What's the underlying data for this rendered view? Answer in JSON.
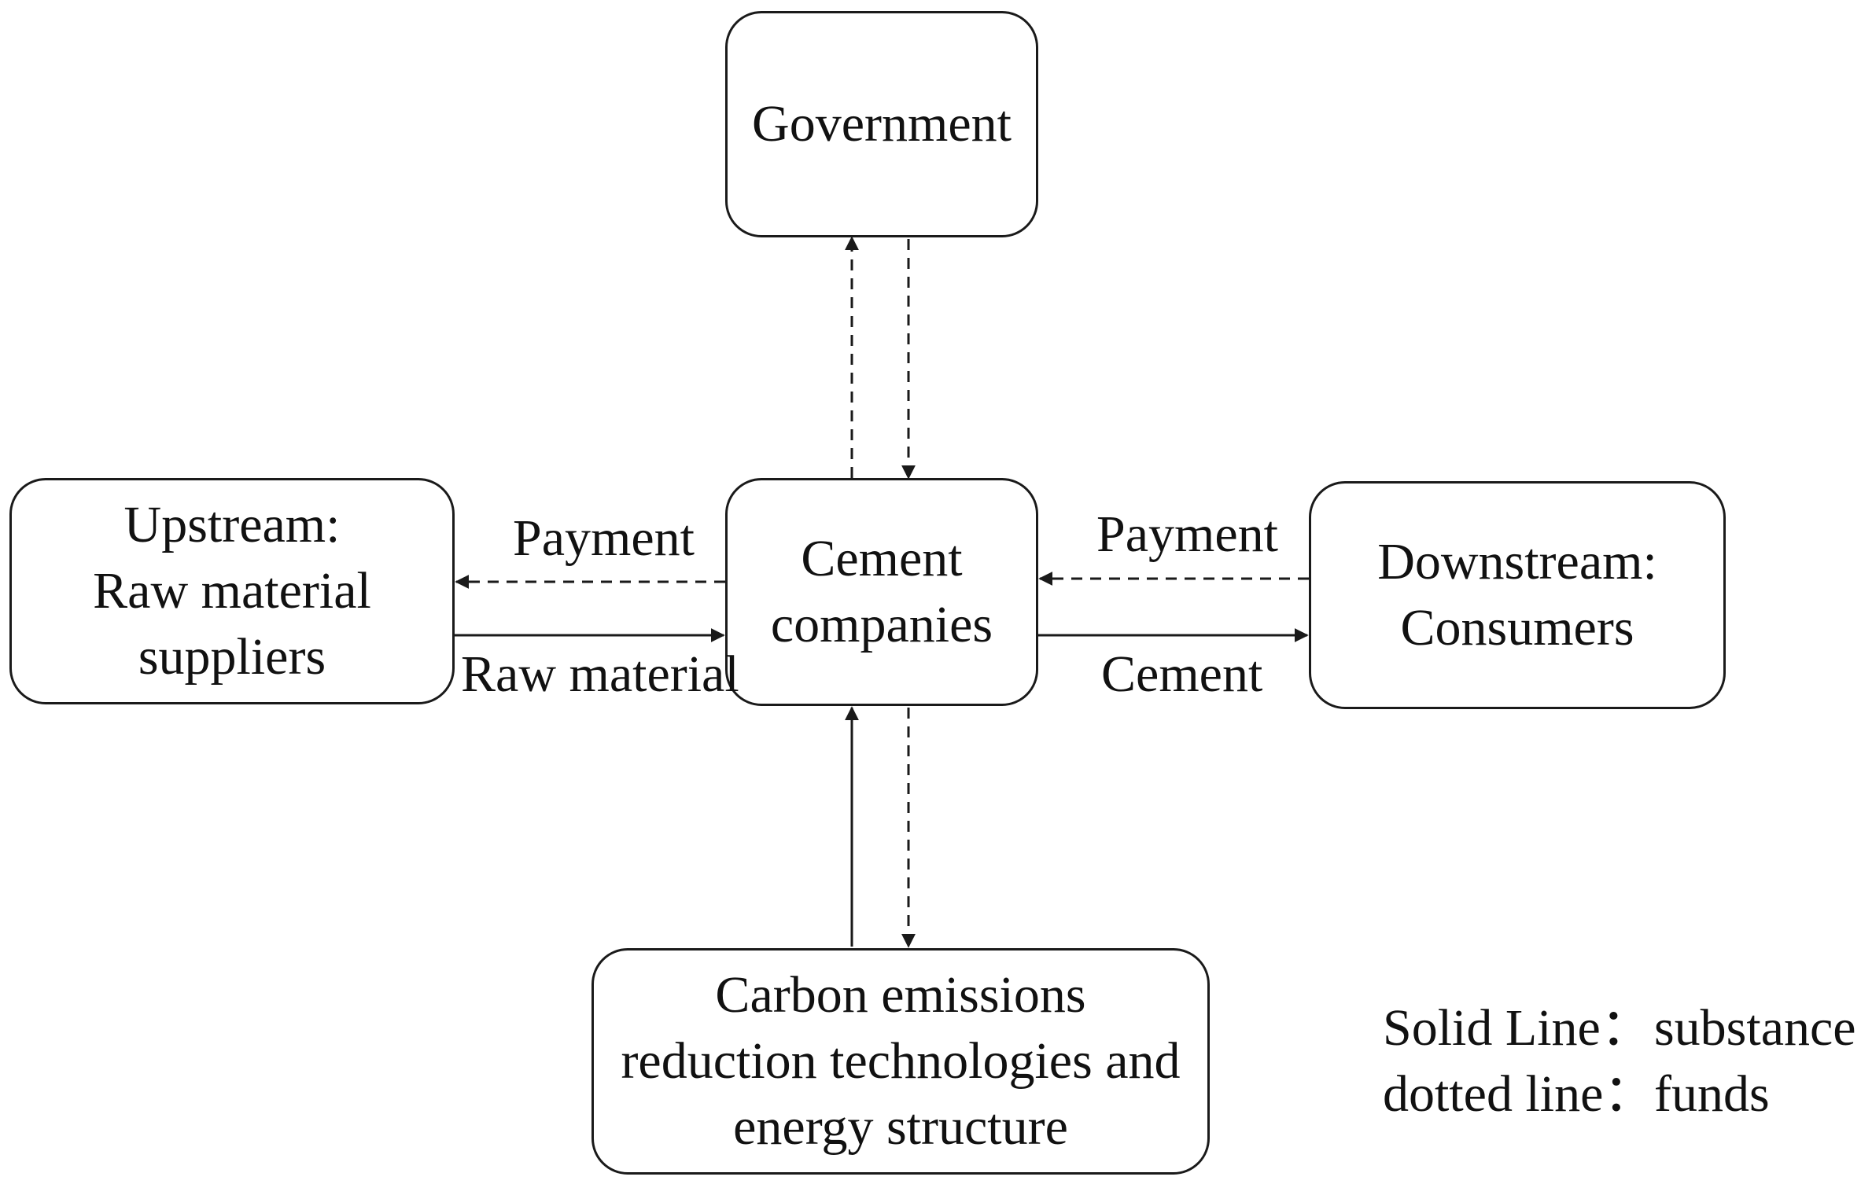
{
  "nodes": {
    "government": [
      "Government"
    ],
    "cement_companies": [
      "Cement",
      "companies"
    ],
    "upstream": [
      "Upstream:",
      "Raw material",
      "suppliers"
    ],
    "downstream": [
      "Downstream:",
      "Consumers"
    ],
    "carbon": [
      "Carbon emissions",
      "reduction technologies and",
      "energy structure"
    ]
  },
  "edge_labels": {
    "left_payment": "Payment",
    "left_raw_material": "Raw material",
    "right_payment": "Payment",
    "right_cement": "Cement"
  },
  "legend": [
    {
      "key": "Solid Line：",
      "value": "substance"
    },
    {
      "key": "dotted line：",
      "value": "funds"
    }
  ],
  "colors": {
    "stroke": "#1a1a1a",
    "background": "#ffffff"
  }
}
